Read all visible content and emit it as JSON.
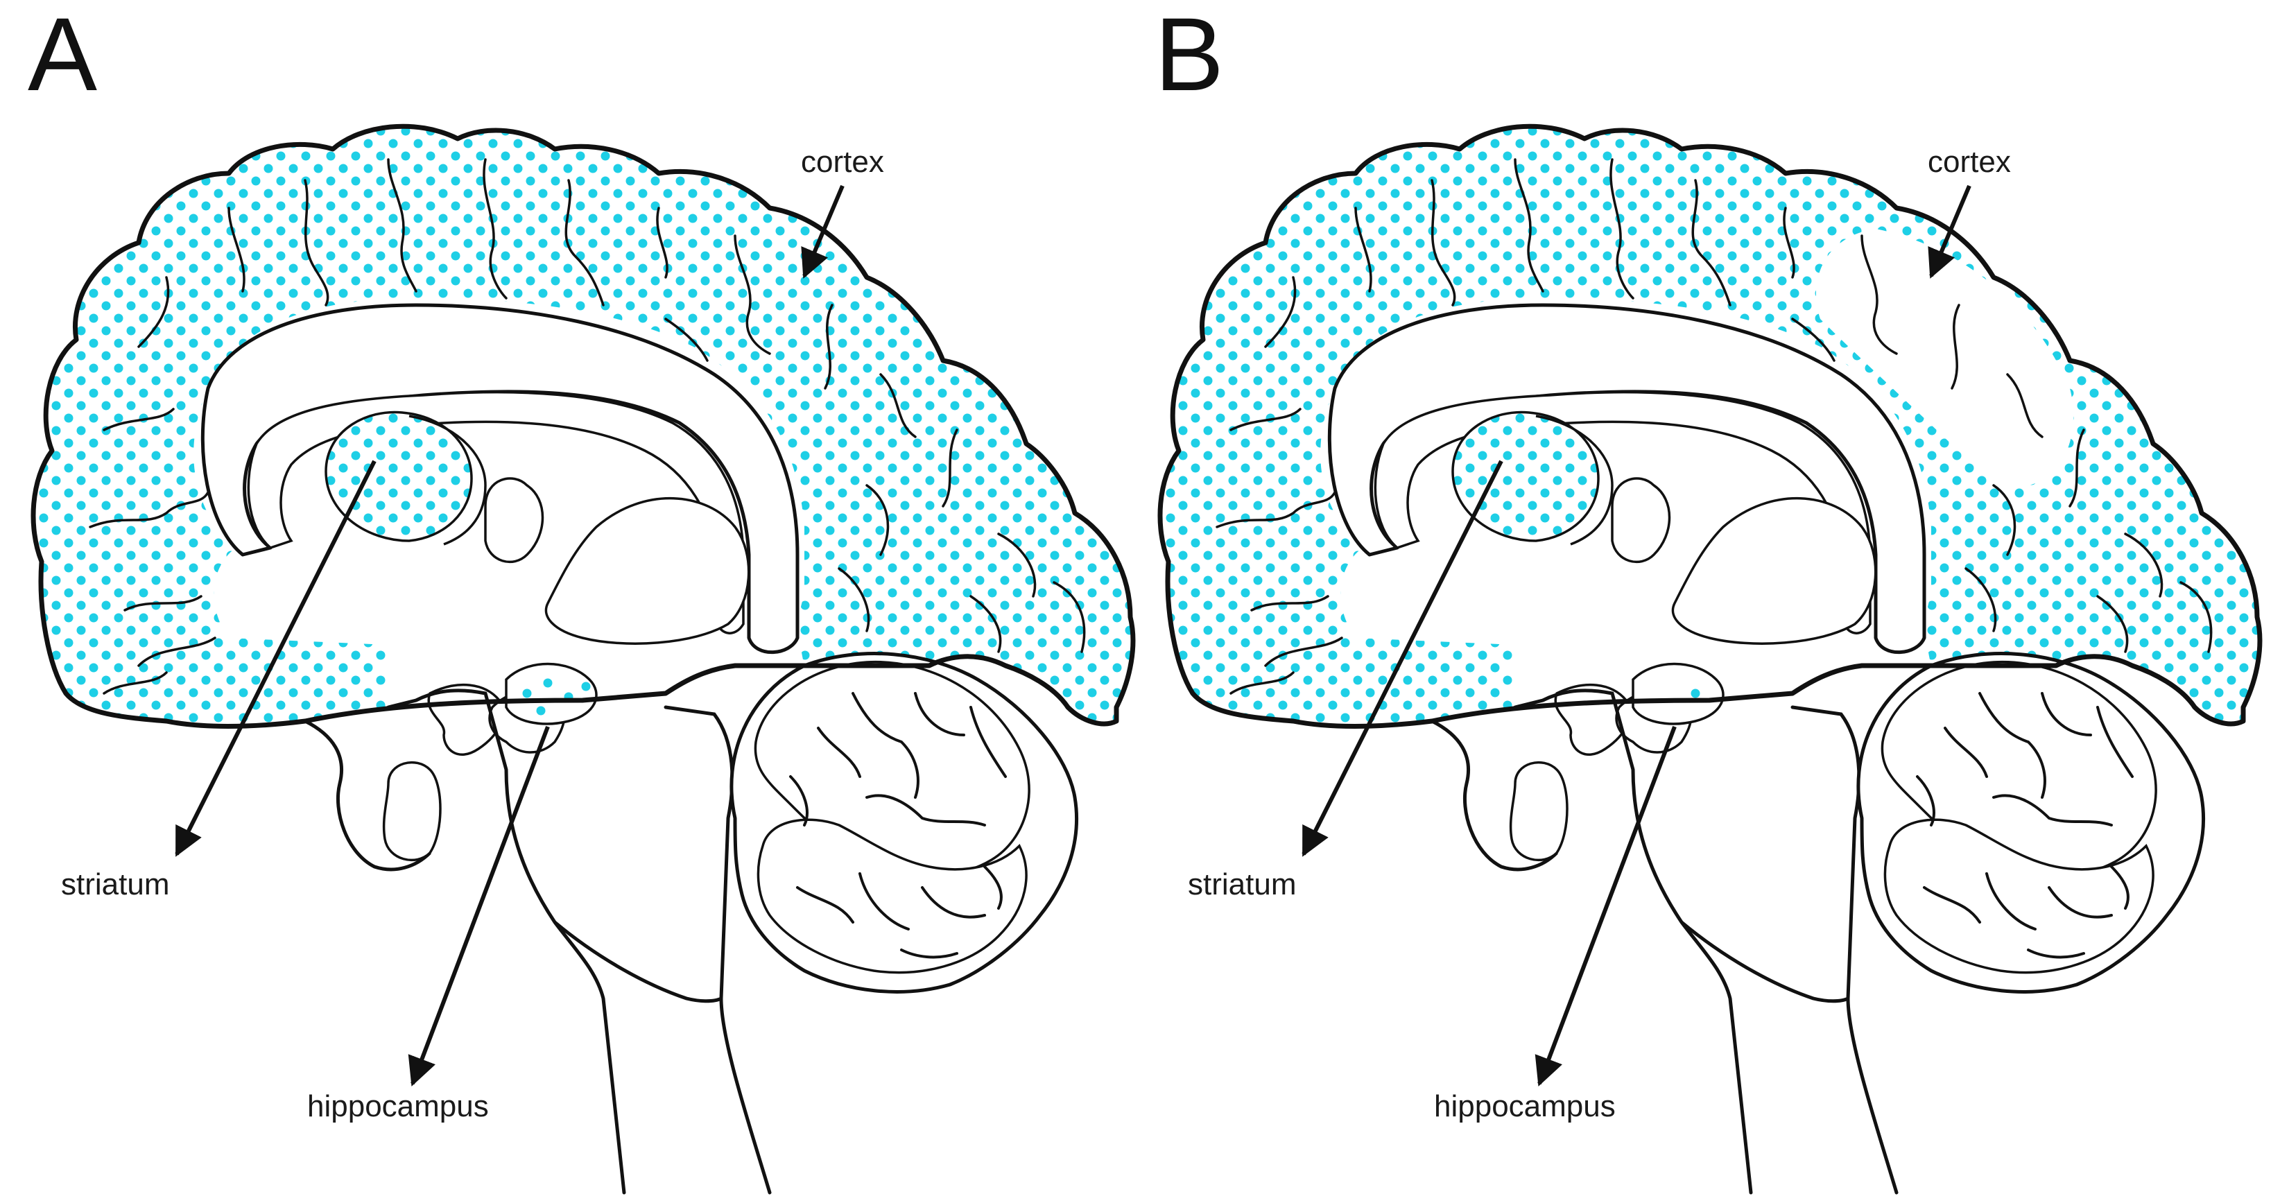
{
  "figure": {
    "accent_color": "#1ecfe6",
    "outline_color": "#111111",
    "panels": [
      {
        "letter": "A",
        "labels": {
          "cortex": "cortex",
          "striatum": "striatum",
          "hippocampus": "hippocampus"
        },
        "stipple": {
          "cortex": "full",
          "striatum": "full",
          "hippocampus": "sparse"
        }
      },
      {
        "letter": "B",
        "labels": {
          "cortex": "cortex",
          "striatum": "striatum",
          "hippocampus": "hippocampus"
        },
        "stipple": {
          "cortex": "partial",
          "striatum": "full",
          "hippocampus": "single-dot"
        }
      }
    ]
  }
}
